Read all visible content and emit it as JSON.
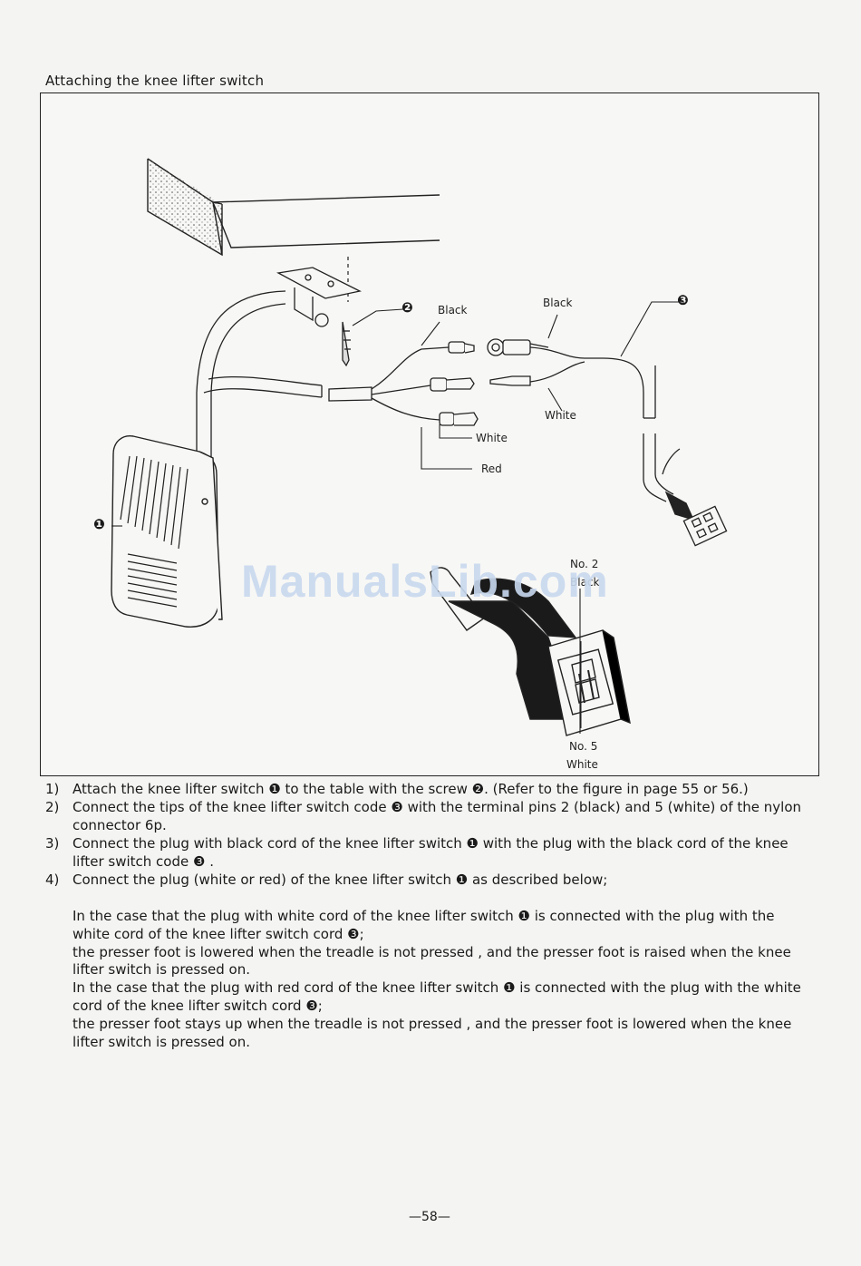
{
  "title": "Attaching the knee lifter switch",
  "figure": {
    "callout_1": "❶",
    "callout_2": "❷",
    "callout_3": "❸",
    "label_black_left": "Black",
    "label_black_right": "Black",
    "label_white_right": "White",
    "label_white_mid": "White",
    "label_red": "Red",
    "label_no2": "No. 2",
    "label_no2_color": "Black",
    "label_no5": "No. 5",
    "label_no5_color": "White"
  },
  "watermark": "ManualsLib.com",
  "steps": [
    {
      "num": "1)",
      "text": "Attach the knee lifter switch ❶ to the table with the screw ❷. (Refer to the figure in page 55 or 56.)"
    },
    {
      "num": "2)",
      "text": "Connect the tips of the knee lifter switch code ❸ with the terminal pins 2 (black) and 5 (white) of the nylon connector 6p."
    },
    {
      "num": "3)",
      "text": "Connect the plug with black cord of the knee lifter switch ❶ with the plug with the black cord of the knee lifter switch code ❸ ."
    },
    {
      "num": "4)",
      "text": "Connect the plug (white or red) of the knee lifter switch ❶ as described below;"
    }
  ],
  "note": [
    "In the case that the plug with white cord of the knee lifter switch ❶ is connected with the plug with the white cord of the knee lifter switch cord ❸;",
    "the presser foot is lowered when the treadle is not pressed , and the presser foot is raised when the knee lifter switch is pressed on.",
    "In the case that the plug with red cord of the knee lifter switch ❶ is connected with the plug with the white cord of the knee lifter switch cord ❸;",
    "the presser foot stays up when the treadle is not pressed , and the presser foot is lowered when the knee lifter switch is pressed on."
  ],
  "page_number": "—58—"
}
